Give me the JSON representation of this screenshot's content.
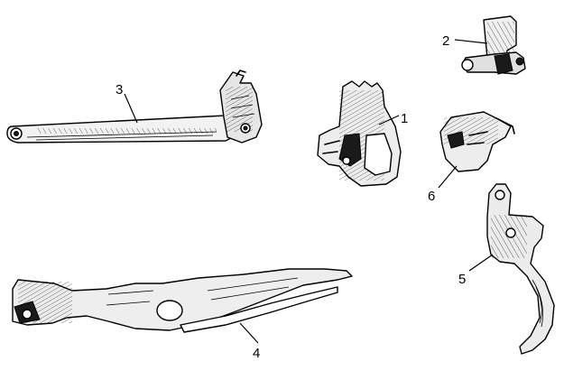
{
  "colors": {
    "ink": "#000000",
    "paper": "#ffffff",
    "shade": "#d9d9d9"
  },
  "parts": [
    {
      "id": "hammer",
      "label": "1"
    },
    {
      "id": "safety-assembly",
      "label": "2"
    },
    {
      "id": "trigger-bar",
      "label": "3"
    },
    {
      "id": "mainspring",
      "label": "4"
    },
    {
      "id": "trigger",
      "label": "5"
    },
    {
      "id": "sear",
      "label": "6"
    }
  ]
}
